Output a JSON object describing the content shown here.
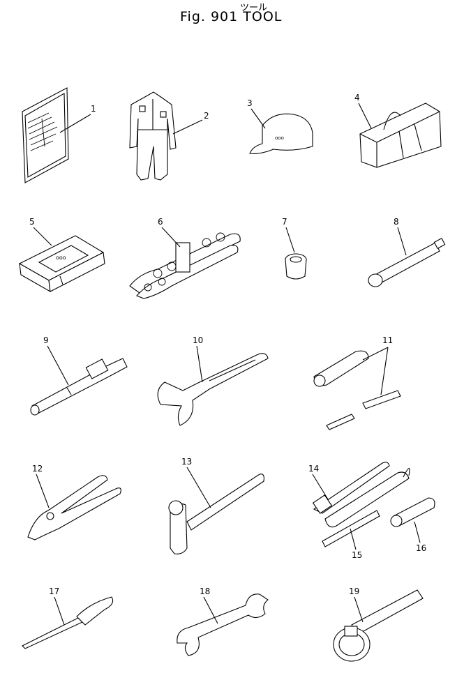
{
  "header": {
    "kana": "ツール",
    "title": "Fig. 901 TOOL"
  },
  "callouts": [
    "1",
    "2",
    "3",
    "4",
    "5",
    "6",
    "7",
    "8",
    "9",
    "10",
    "11",
    "12",
    "13",
    "14",
    "15",
    "16",
    "17",
    "18",
    "19"
  ]
}
